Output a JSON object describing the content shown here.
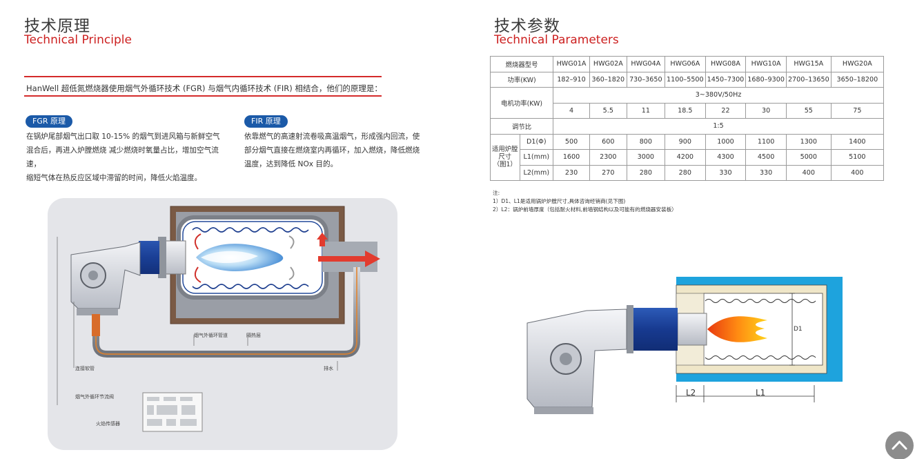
{
  "left": {
    "title_cn": "技术原理",
    "title_en": "Technical Principle",
    "intro": "HanWell 超低氮燃烧器使用烟气外循环技术 (FGR) 与烟气内循环技术 (FIR) 相结合，他们的原理是：",
    "fgr": {
      "badge": "FGR 原理",
      "lines": [
        "在锅炉尾部烟气出口取 10-15% 的烟气到进风箱与新鲜空气",
        "混合后，再进入炉膛燃烧 减少燃烧时氧量占比，增加空气流速，",
        "缩短气体在热反应区域中滞留的时间，降低火焰温度。"
      ]
    },
    "fir": {
      "badge": "FIR 原理",
      "lines": [
        "依靠燃气的高速射流卷吸高温烟气，形成强内回流，使",
        "部分烟气直接在燃烧室内再循环，加入燃烧，降低燃烧",
        "温度，达到降低 NOx 目的。"
      ]
    },
    "diagram_labels": {
      "pipe": "烟气外循环管道",
      "insulation": "隔热层",
      "hose": "连接软管",
      "drain": "排水",
      "valve": "烟气外循环节流阀",
      "sensor": "火焰传感器"
    }
  },
  "right": {
    "title_cn": "技术参数",
    "title_en": "Technical Parameters",
    "table": {
      "model_label": "燃烧器型号",
      "models": [
        "HWG01A",
        "HWG02A",
        "HWG04A",
        "HWG06A",
        "HWG08A",
        "HWG10A",
        "HWG15A",
        "HWG20A"
      ],
      "power_label": "功率(KW)",
      "power": [
        "182–910",
        "360–1820",
        "730–3650",
        "1100–5500",
        "1450–7300",
        "1680–9300",
        "2700–13650",
        "3650–18200"
      ],
      "motor_label": "电机功率(KW)",
      "motor_supply": "3~380V/50Hz",
      "motor": [
        "4",
        "5.5",
        "11",
        "18.5",
        "22",
        "30",
        "55",
        "75"
      ],
      "ratio_label": "调节比",
      "ratio": "1:5",
      "size_label_1": "适用炉膛",
      "size_label_2": "尺寸",
      "size_label_3": "（图1）",
      "d1_label": "D1(Φ)",
      "d1": [
        "500",
        "600",
        "800",
        "900",
        "1000",
        "1100",
        "1300",
        "1400"
      ],
      "l1_label": "L1(mm)",
      "l1": [
        "1600",
        "2300",
        "3000",
        "4200",
        "4300",
        "4500",
        "5000",
        "5100"
      ],
      "l2_label": "L2(mm)",
      "l2": [
        "230",
        "270",
        "280",
        "280",
        "330",
        "330",
        "400",
        "400"
      ]
    },
    "notes": {
      "title": "注:",
      "line1": "1）D1、L1是适用锅炉炉膛尺寸,具体咨询经销商(见下图)",
      "line2": "2）L2：锅炉前墙厚度（包括耐火材料,前墙钢结构以及可能有的燃烧器安装板）"
    },
    "dims": {
      "d1": "D1",
      "l1": "L1",
      "l2": "L2"
    }
  },
  "colors": {
    "accent_red": "#cc1f1f",
    "badge_blue": "#1b5aa8",
    "furnace_blue": "#1ea3dd",
    "refractory": "#efe6c8"
  }
}
